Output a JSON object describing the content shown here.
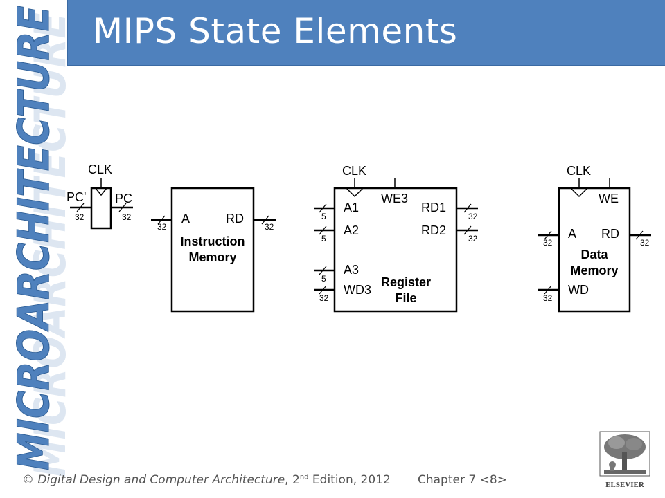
{
  "slide": {
    "title": "MIPS State Elements",
    "side_banner": "MICROARCHITECTURE",
    "footer": {
      "copyright": "©",
      "book_title": "Digital Design and Computer Architecture",
      "edition_num": "2",
      "edition_suffix": "nd",
      "edition_rest": "Edition, 2012",
      "chapter": "Chapter 7 <8>"
    },
    "publisher": "ELSEVIER"
  },
  "diagram": {
    "pc_register": {
      "clk": "CLK",
      "input": "PC'",
      "output": "PC",
      "in_width": "32",
      "out_width": "32"
    },
    "instruction_memory": {
      "name_line1": "Instruction",
      "name_line2": "Memory",
      "port_a": "A",
      "port_rd": "RD",
      "a_width": "32",
      "rd_width": "32"
    },
    "register_file": {
      "clk": "CLK",
      "we": "WE3",
      "name_line1": "Register",
      "name_line2": "File",
      "ports": {
        "a1": "A1",
        "a2": "A2",
        "a3": "A3",
        "wd3": "WD3",
        "rd1": "RD1",
        "rd2": "RD2"
      },
      "widths": {
        "a1": "5",
        "a2": "5",
        "a3": "5",
        "wd3": "32",
        "rd1": "32",
        "rd2": "32"
      }
    },
    "data_memory": {
      "clk": "CLK",
      "we": "WE",
      "name_line1": "Data",
      "name_line2": "Memory",
      "ports": {
        "a": "A",
        "rd": "RD",
        "wd": "WD"
      },
      "widths": {
        "a": "32",
        "rd": "32",
        "wd": "32"
      }
    }
  },
  "colors": {
    "title_bar": "#4f81bd",
    "banner_text": "#4f81bd"
  }
}
